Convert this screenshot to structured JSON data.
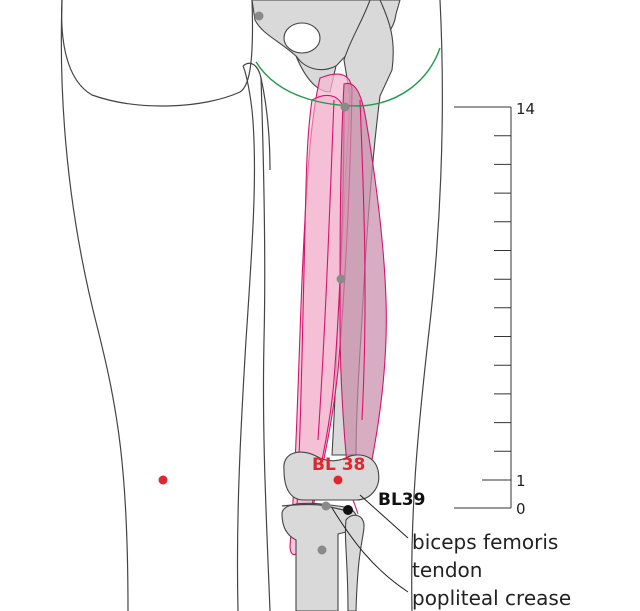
{
  "points": {
    "bl38": {
      "label": "BL 38",
      "color": "#e0262e"
    },
    "bl39": {
      "label": "BL39",
      "color": "#111111"
    }
  },
  "annotations": {
    "biceps_line1": "biceps femoris",
    "biceps_line2": "tendon",
    "popliteal": "popliteal crease"
  },
  "scale": {
    "top_label": "14",
    "one_label": "1",
    "zero_label": "0"
  },
  "colors": {
    "muscle_fill": "#f4b8cf",
    "muscle_line": "#d4146e",
    "bone_fill": "#d9d9d9",
    "gluteal_line": "#1e9a4a",
    "outline": "#444444",
    "grey_point": "#8a8a8a"
  }
}
